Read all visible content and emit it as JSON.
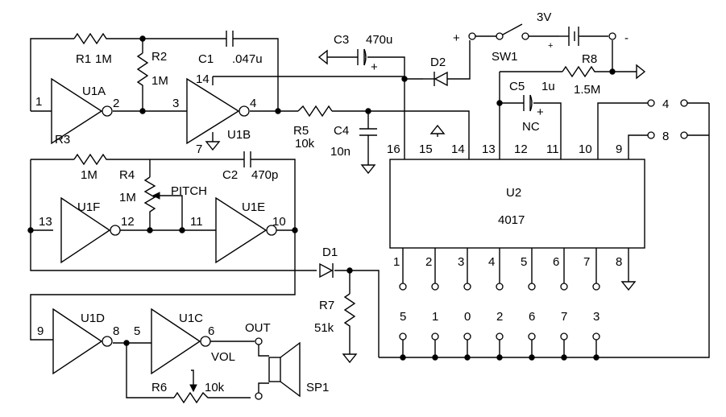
{
  "components": {
    "r1": {
      "ref": "R1",
      "value": "1M"
    },
    "r2": {
      "ref": "R2",
      "value": "1M"
    },
    "c1": {
      "ref": "C1",
      "value": ".047u"
    },
    "r3": {
      "ref": "R3",
      "value": "1M"
    },
    "r4": {
      "ref": "R4",
      "value": "1M",
      "label": "PITCH"
    },
    "c2": {
      "ref": "C2",
      "value": "470p"
    },
    "r5": {
      "ref": "R5",
      "value": "10k"
    },
    "c4": {
      "ref": "C4",
      "value": "10n"
    },
    "c3": {
      "ref": "C3",
      "value": "470u"
    },
    "d1": {
      "ref": "D1"
    },
    "d2": {
      "ref": "D2"
    },
    "sw1": {
      "ref": "SW1"
    },
    "battery": {
      "value": "3V"
    },
    "r8": {
      "ref": "R8",
      "value": "1.5M"
    },
    "c5": {
      "ref": "C5",
      "value": "1u",
      "note": "NC"
    },
    "r7": {
      "ref": "R7",
      "value": "51k"
    },
    "r6": {
      "ref": "R6",
      "value": "10k",
      "label": "VOL"
    },
    "sp1": {
      "ref": "SP1"
    },
    "out_label": "OUT"
  },
  "gates": {
    "u1a": {
      "ref": "U1A",
      "in_pin": "1",
      "out_pin": "2"
    },
    "u1b": {
      "ref": "U1B",
      "in_pin": "3",
      "out_pin": "4",
      "vcc_pin": "14",
      "gnd_pin": "7"
    },
    "u1f": {
      "ref": "U1F",
      "in_pin": "13",
      "out_pin": "12"
    },
    "u1e": {
      "ref": "U1E",
      "in_pin": "11",
      "out_pin": "10"
    },
    "u1d": {
      "ref": "U1D",
      "in_pin": "9",
      "out_pin": "8"
    },
    "u1c": {
      "ref": "U1C",
      "in_pin": "5",
      "out_pin": "6"
    }
  },
  "u2": {
    "ref": "U2",
    "part": "4017",
    "top_pins": [
      "16",
      "15",
      "14",
      "13",
      "12",
      "11",
      "10",
      "9"
    ],
    "bottom_pins": [
      "1",
      "2",
      "3",
      "4",
      "5",
      "6",
      "7",
      "8"
    ],
    "jumper_labels": [
      "5",
      "1",
      "0",
      "2",
      "6",
      "7",
      "3"
    ]
  },
  "reset_options": [
    "4",
    "8"
  ],
  "polarity": {
    "plus": "+",
    "minus": "-"
  }
}
